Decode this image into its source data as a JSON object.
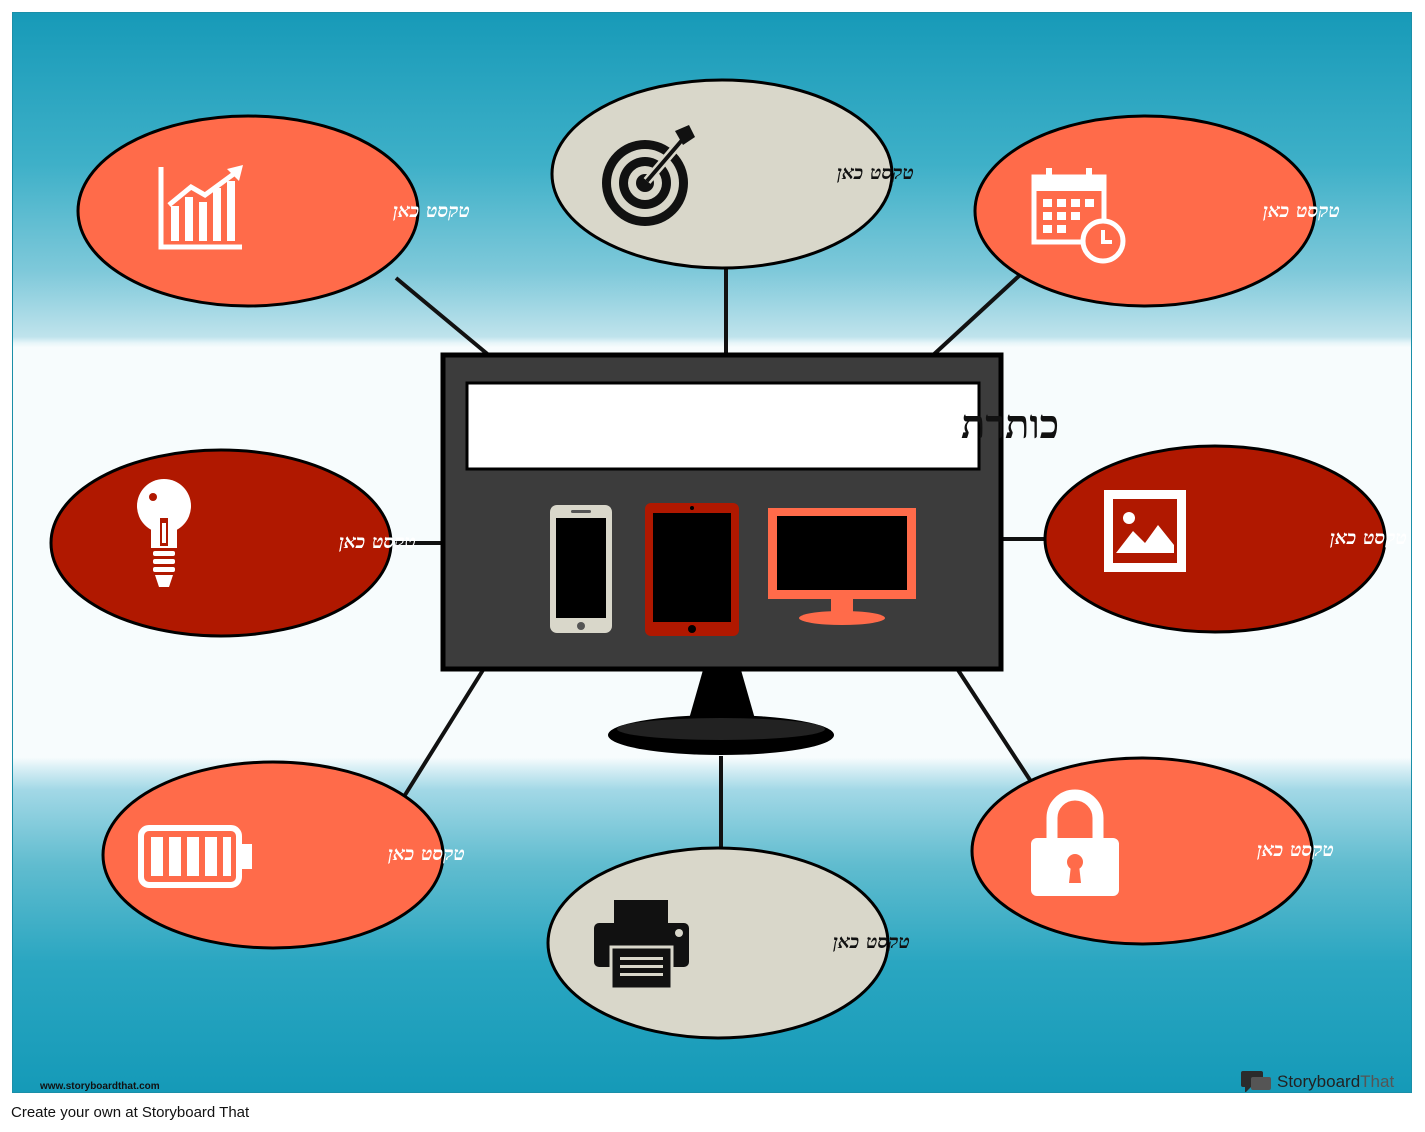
{
  "title": "כותרת",
  "ovals": [
    {
      "id": "top-left",
      "text": "טקסט כאן",
      "icon": "growth-chart-icon",
      "color": "#ff6b4a"
    },
    {
      "id": "top-center",
      "text": "טקסט כאן",
      "icon": "target-icon",
      "color": "#d9d7ca"
    },
    {
      "id": "top-right",
      "text": "טקסט כאן",
      "icon": "calendar-clock-icon",
      "color": "#ff6b4a"
    },
    {
      "id": "middle-left",
      "text": "טקסט כאן",
      "icon": "lightbulb-icon",
      "color": "#b01800"
    },
    {
      "id": "middle-right",
      "text": "טקסט כאן",
      "icon": "image-icon",
      "color": "#b01800"
    },
    {
      "id": "bottom-left",
      "text": "טקסט כאן",
      "icon": "battery-icon",
      "color": "#ff6b4a"
    },
    {
      "id": "bottom-center",
      "text": "טקסט כאן",
      "icon": "printer-icon",
      "color": "#d9d7ca"
    },
    {
      "id": "bottom-right",
      "text": "טקסט כאן",
      "icon": "padlock-icon",
      "color": "#ff6b4a"
    }
  ],
  "devices": [
    "phone-icon",
    "tablet-icon",
    "desktop-monitor-icon"
  ],
  "footer": {
    "url": "www.storyboardthat.com",
    "brand_part1": "Storyboard",
    "brand_part2": "That",
    "caption": "Create your own at Storyboard That"
  }
}
